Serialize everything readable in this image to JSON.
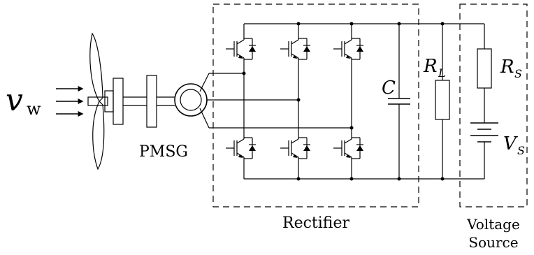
{
  "labels": {
    "wind_symbol": "v",
    "wind_subscript": "w",
    "generator": "PMSG",
    "capacitor": "C",
    "load_resistor": "R",
    "load_resistor_sub": "L",
    "source_resistor": "R",
    "source_resistor_sub": "S",
    "source_voltage": "V",
    "source_voltage_sub": "S",
    "rectifier_box": "Rectifier",
    "source_box_line1": "Voltage",
    "source_box_line2": "Source"
  }
}
